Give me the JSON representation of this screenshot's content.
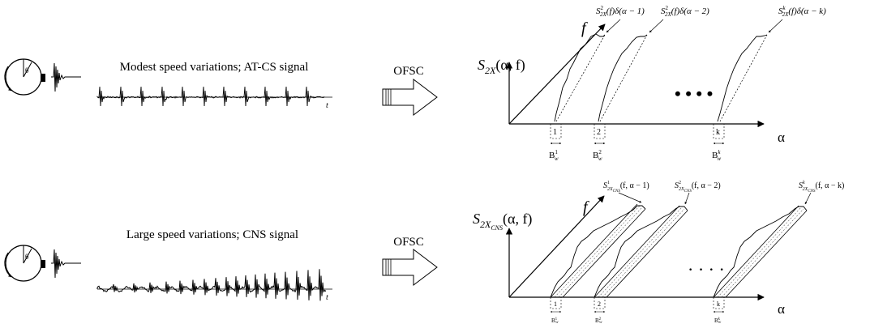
{
  "top_row": {
    "signal_label": "Modest speed variations; AT-CS signal",
    "time_axis": "t",
    "transform_label": "OFSC",
    "freq_axis": "f",
    "alpha_axis": "α",
    "y_axis_args": "(α, f)",
    "ellipsis": "• • • •",
    "bands": [
      {
        "index": "1"
      },
      {
        "index": "2"
      },
      {
        "index": "k"
      }
    ]
  },
  "bottom_row": {
    "signal_label": "Large speed variations; CNS signal",
    "time_axis": "t",
    "transform_label": "OFSC",
    "freq_axis": "f",
    "alpha_axis": "α",
    "y_axis_args": "(α, f)",
    "ellipsis": "· · · ·",
    "bands": [
      {
        "index": "1"
      },
      {
        "index": "2"
      },
      {
        "index": "k"
      }
    ]
  }
}
